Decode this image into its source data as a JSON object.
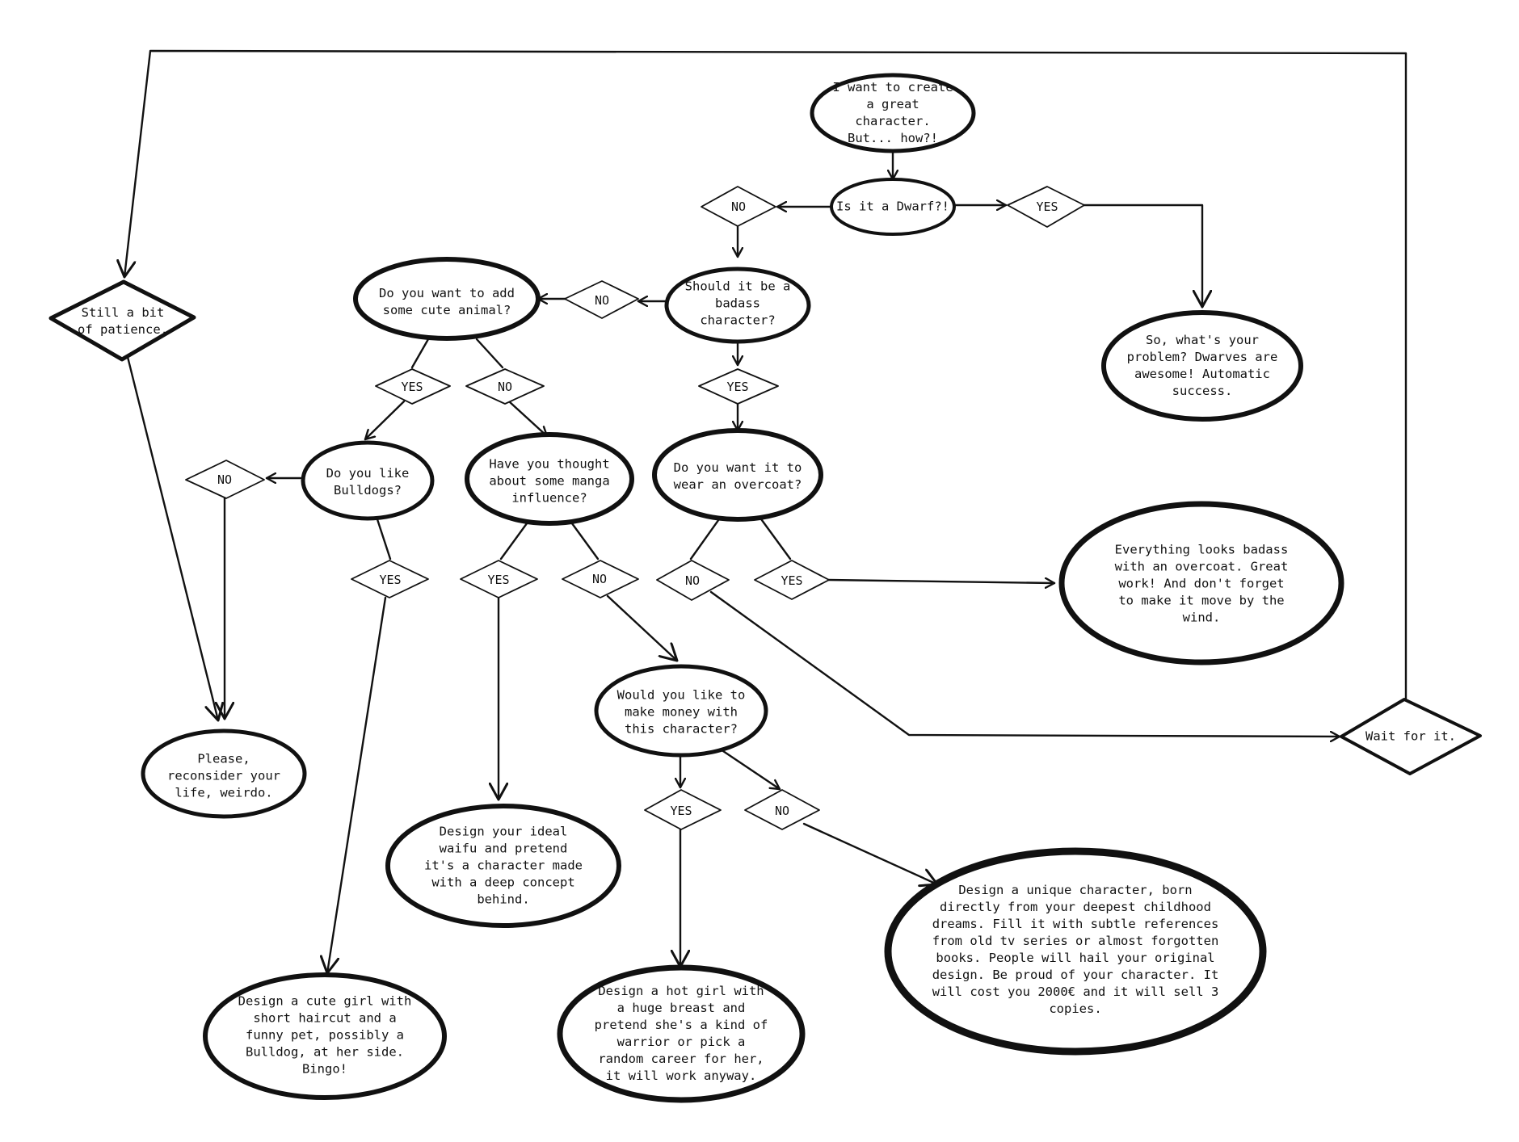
{
  "nodes": {
    "start": "I want to create a great character. But... how?!",
    "dwarf": "Is it a Dwarf?!",
    "badass": "Should it be a badass character?",
    "cute_animal": "Do you want to add some cute animal?",
    "dwarf_yes_result": "So, what's your problem? Dwarves are awesome! Automatic success.",
    "bulldogs": "Do you like Bulldogs?",
    "manga": "Have you thought about some manga influence?",
    "overcoat": "Do you want it to wear an overcoat?",
    "overcoat_result": "Everything looks badass with an overcoat. Great work! And don't forget to make it move by the wind.",
    "money": "Would you like to make money with this character?",
    "reconsider": "Please, reconsider your life, weirdo.",
    "waifu": "Design your ideal waifu and pretend it's a character made with a deep concept behind.",
    "cute_girl": "Design a cute girl with short haircut and a funny pet, possibly a Bulldog, at her side. Bingo!",
    "hot_girl": "Design a hot girl with a huge breast and pretend she's a kind of warrior or pick a random career for her, it will work anyway.",
    "unique": "Design a unique character, born directly from your deepest childhood dreams. Fill it with subtle references from old tv series or almost forgotten books. People will hail your original design. Be proud of your character. It will cost you 2000€ and it will sell 3 copies.",
    "patience": "Still a bit of patience.",
    "wait": "Wait for it."
  },
  "decisions": {
    "dwarf_no": "NO",
    "dwarf_yes": "YES",
    "badass_no": "NO",
    "badass_yes": "YES",
    "animal_yes": "YES",
    "animal_no": "NO",
    "bulldog_no": "NO",
    "bulldog_yes": "YES",
    "manga_yes": "YES",
    "manga_no": "NO",
    "overcoat_no": "NO",
    "overcoat_yes": "YES",
    "money_yes": "YES",
    "money_no": "NO"
  }
}
